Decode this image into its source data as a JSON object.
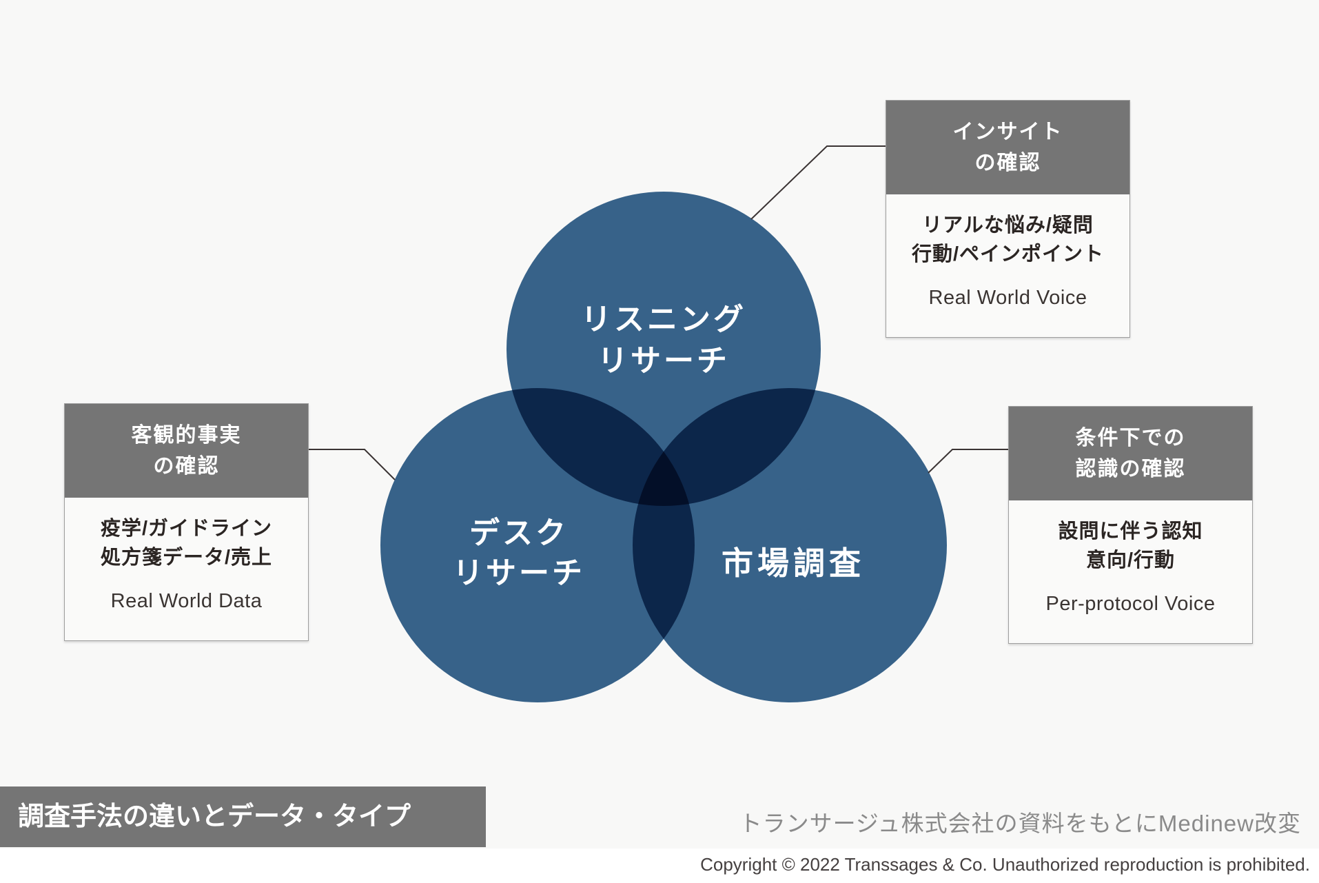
{
  "page": {
    "background": "#f8f8f7",
    "title_bar": {
      "label": "調査手法の違いとデータ・タイプ",
      "bg": "#757575",
      "text_color": "#ffffff"
    },
    "attribution": "トランサージュ株式会社の資料をもとにMedinew改変",
    "copyright": "Copyright © 2022 Transsages & Co.  Unauthorized reproduction is prohibited."
  },
  "venn": {
    "circle_color": "#376289",
    "overlap_effect": "multiply",
    "connector_color": "#3a3333",
    "circles": [
      {
        "id": "listening-research",
        "label_lines": [
          "リスニング",
          "リサーチ"
        ]
      },
      {
        "id": "desk-research",
        "label_lines": [
          "デスク",
          "リサーチ"
        ]
      },
      {
        "id": "market-research",
        "label_lines": [
          "市場調査"
        ]
      }
    ]
  },
  "callouts": [
    {
      "id": "insight",
      "header_bg": "#757575",
      "header_lines": [
        "インサイト",
        "の確認"
      ],
      "body_lines": [
        "リアルな悩み/疑問",
        "行動/ペインポイント"
      ],
      "english": "Real World Voice"
    },
    {
      "id": "objective-fact",
      "header_bg": "#757575",
      "header_lines": [
        "客観的事実",
        "の確認"
      ],
      "body_lines": [
        "疫学/ガイドライン",
        "処方箋データ/売上"
      ],
      "english": "Real World Data"
    },
    {
      "id": "conditional-recognition",
      "header_bg": "#757575",
      "header_lines": [
        "条件下での",
        "認識の確認"
      ],
      "body_lines": [
        "設問に伴う認知",
        "意向/行動"
      ],
      "english": "Per-protocol Voice"
    }
  ]
}
